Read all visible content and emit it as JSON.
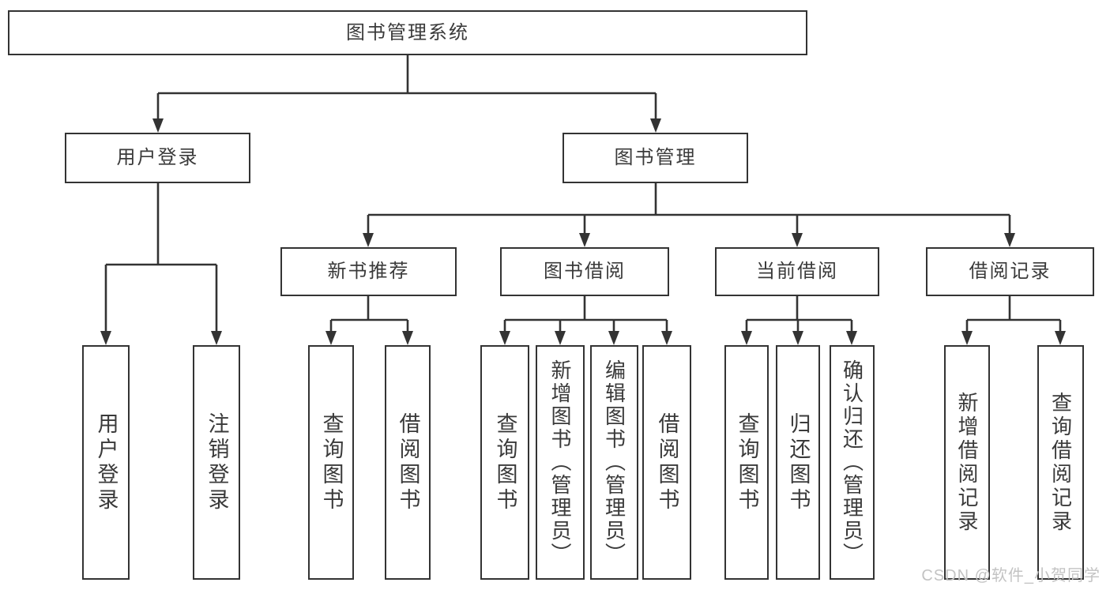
{
  "watermark": "CSDN @软件_小贺同学",
  "colors": {
    "line": "#333333",
    "box_border": "#333333",
    "text": "#3a3a3a",
    "watermark": "#c3c3c3",
    "background": "#ffffff"
  },
  "tree": {
    "label": "图书管理系统",
    "children": [
      {
        "label": "用户登录",
        "children": [
          {
            "label": "用户登录"
          },
          {
            "label": "注销登录"
          }
        ]
      },
      {
        "label": "图书管理",
        "children": [
          {
            "label": "新书推荐",
            "children": [
              {
                "label": "查询图书"
              },
              {
                "label": "借阅图书"
              }
            ]
          },
          {
            "label": "图书借阅",
            "children": [
              {
                "label": "查询图书"
              },
              {
                "label": "新增图书（管理员）"
              },
              {
                "label": "编辑图书（管理员）"
              },
              {
                "label": "借阅图书"
              }
            ]
          },
          {
            "label": "当前借阅",
            "children": [
              {
                "label": "查询图书"
              },
              {
                "label": "归还图书"
              },
              {
                "label": "确认归还（管理员）"
              }
            ]
          },
          {
            "label": "借阅记录",
            "children": [
              {
                "label": "新增借阅记录"
              },
              {
                "label": "查询借阅记录"
              }
            ]
          }
        ]
      }
    ]
  }
}
